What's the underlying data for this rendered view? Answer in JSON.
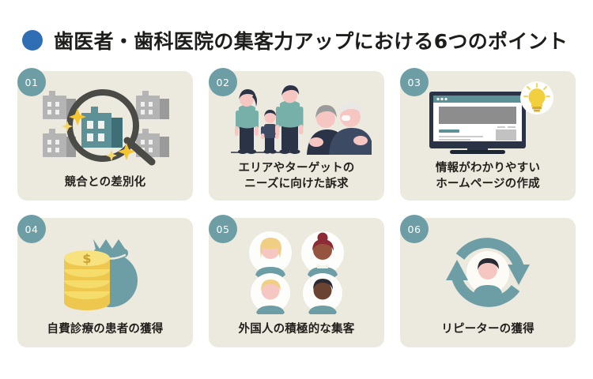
{
  "header": {
    "bullet_icon": "blue-circle-bullet",
    "bullet_color": "#2f6eb5",
    "title": "歯医者・歯科医院の集客力アップにおける6つのポイント"
  },
  "theme": {
    "page_background": "#ffffff",
    "card_background": "#eceadf",
    "badge_background": "#6d9ea5",
    "badge_text_color": "#ffffff",
    "caption_color": "#221f1c",
    "accent_teal": "#6d9ea5",
    "accent_yellow": "#f2cf3e",
    "accent_navy": "#2b3346",
    "accent_pink": "#f6c7c2"
  },
  "cards": [
    {
      "number": "01",
      "caption": "競合との差別化",
      "caption_lines": [
        "競合との差別化"
      ],
      "illustration": "magnifying-glass-over-buildings"
    },
    {
      "number": "02",
      "caption": "エリアやターゲットのニーズに向けた訴求",
      "caption_lines": [
        "エリアやターゲットの",
        "ニーズに向けた訴求"
      ],
      "illustration": "family-and-elderly-couple"
    },
    {
      "number": "03",
      "caption": "情報がわかりやすいホームページの作成",
      "caption_lines": [
        "情報がわかりやすい",
        "ホームページの作成"
      ],
      "illustration": "laptop-website-with-lightbulb"
    },
    {
      "number": "04",
      "caption": "自費診療の患者の獲得",
      "caption_lines": [
        "自費診療の患者の獲得"
      ],
      "illustration": "money-bag-with-coins"
    },
    {
      "number": "05",
      "caption": "外国人の積極的な集客",
      "caption_lines": [
        "外国人の積極的な集客"
      ],
      "illustration": "four-diverse-avatars"
    },
    {
      "number": "06",
      "caption": "リピーターの獲得",
      "caption_lines": [
        "リピーターの獲得"
      ],
      "illustration": "cycle-arrows-around-person"
    }
  ]
}
